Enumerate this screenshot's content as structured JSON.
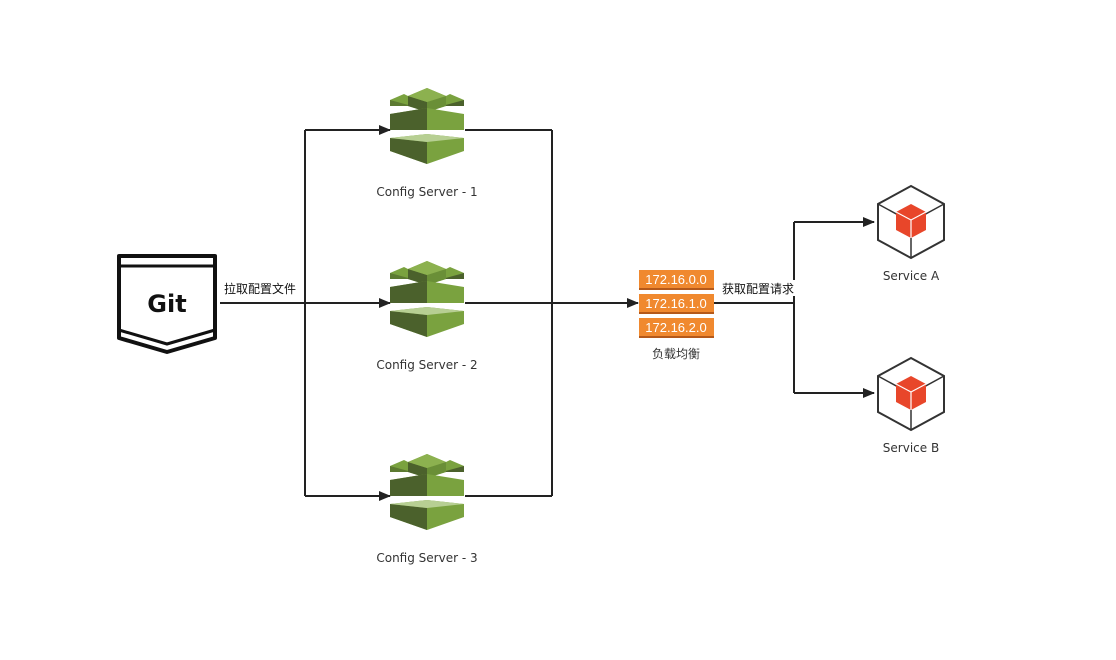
{
  "diagram": {
    "git": {
      "label": "Git"
    },
    "edges": {
      "git_to_servers": "拉取配置文件",
      "lb_to_services": "获取配置请求"
    },
    "config_servers": [
      {
        "label": "Config Server - 1"
      },
      {
        "label": "Config Server - 2"
      },
      {
        "label": "Config Server - 3"
      }
    ],
    "load_balancer": {
      "label": "负载均衡",
      "ips": [
        "172.16.0.0",
        "172.16.1.0",
        "172.16.2.0"
      ]
    },
    "services": [
      {
        "label": "Service A"
      },
      {
        "label": "Service B"
      }
    ],
    "colors": {
      "line": "#222222",
      "ip_box": "#f0892f",
      "ip_box_shadow": "#b5591a",
      "server_green_light": "#7aa23f",
      "server_green_dark": "#4b612c",
      "service_red": "#e8462a"
    }
  }
}
